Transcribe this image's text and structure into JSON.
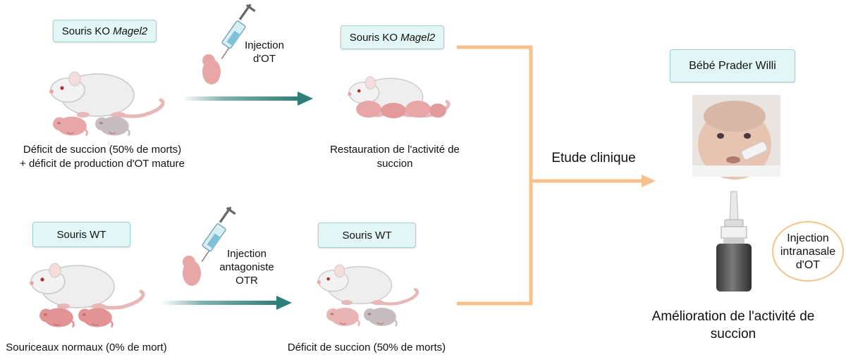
{
  "top_left": {
    "label_prefix": "Souris KO",
    "label_gene": "Magel2",
    "caption_line1": "Déficit de succion (50% de morts)",
    "caption_line2": "+ déficit de production d'OT mature"
  },
  "top_injection": {
    "line1": "Injection",
    "line2": "d'OT"
  },
  "top_right": {
    "label_prefix": "Souris KO",
    "label_gene": "Magel2",
    "caption_line1": "Restauration de l'activité de",
    "caption_line2": "succion"
  },
  "bottom_left": {
    "label": "Souris WT",
    "caption": "Souriceaux normaux (0% de mort)"
  },
  "bottom_injection": {
    "line1": "Injection",
    "line2": "antagoniste",
    "line3": "OTR"
  },
  "bottom_right": {
    "label": "Souris WT",
    "caption": "Déficit de succion (50% de morts)"
  },
  "clinical": {
    "label": "Etude clinique"
  },
  "patient": {
    "label": "Bébé Prader Willi",
    "oval_line1": "Injection",
    "oval_line2": "intranasale",
    "oval_line3": "d'OT",
    "caption_line1": "Amélioration de l'activité de",
    "caption_line2": "succion"
  },
  "colors": {
    "teal_arrow": "#2e7e7a",
    "orange_bracket": "#f7c08c",
    "label_bg": "#e3f6f6",
    "label_border": "#9fd3d1",
    "pup_pink": "#e89a9a",
    "pup_grey": "#c8bcc0",
    "mouse_white": "#eeeeee"
  }
}
